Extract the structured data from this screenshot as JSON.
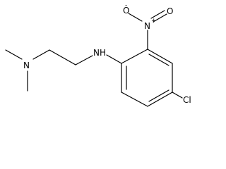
{
  "molecule": {
    "atoms": {
      "amine_n": "N",
      "sec_amine": "NH",
      "nitro_n": "N",
      "nitro_charge": "+",
      "oxide_o": "O",
      "oxide_charge": "-",
      "carbonyl_o": "O",
      "chloro": "Cl"
    }
  }
}
